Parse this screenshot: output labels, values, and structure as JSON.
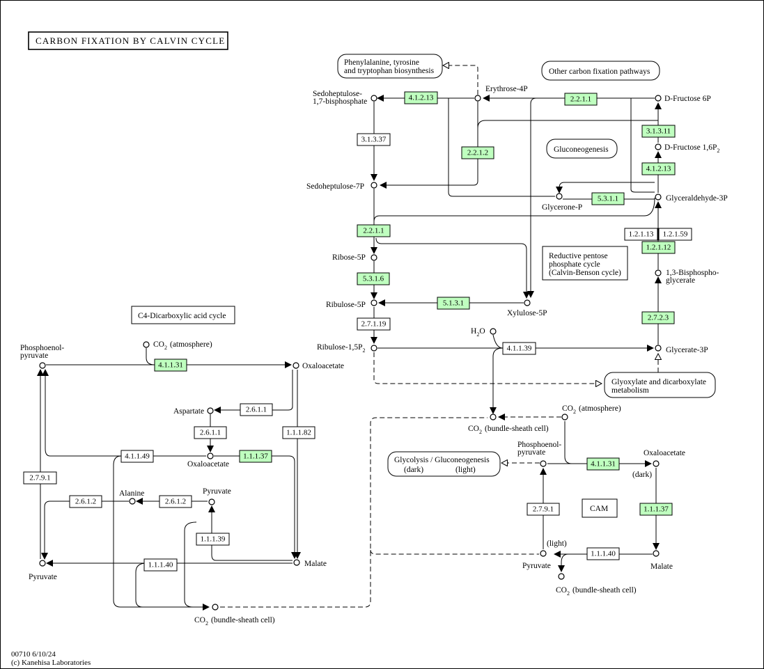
{
  "title": "CARBON  FIXATION  BY  CALVIN  CYCLE",
  "footer": {
    "line1": "00710 6/10/24",
    "line2": "(c) Kanehisa Laboratories"
  },
  "maps": {
    "phe": {
      "l1": "Phenylalanine, tyrosine",
      "l2": "and tryptophan biosynthesis"
    },
    "other": {
      "l1": "Other carbon fixation pathways"
    },
    "glucon": {
      "l1": "Gluconeogenesis"
    },
    "c4": {
      "l1": "C4-Dicarboxylic acid cycle"
    },
    "reductive": {
      "l1": "Reductive pentose",
      "l2": "phosphate cycle",
      "l3": "(Calvin-Benson cycle)"
    },
    "glyox": {
      "l1": "Glyoxylate and dicarboxylate",
      "l2": "metabolism"
    },
    "glyco": {
      "l1": "Glycolysis / Gluconeogenesis",
      "dark": "(dark)",
      "light": "(light)"
    },
    "cam": {
      "l1": "CAM"
    }
  },
  "compounds": {
    "sbp1": "Sedoheptulose-",
    "sbp2": "1,7-bisphosphate",
    "e4p": "Erythrose-4P",
    "f6p": "D-Fructose 6P",
    "fbp": "D-Fructose 1,6P",
    "fbp_sub": "2",
    "s7p": "Sedoheptulose-7P",
    "glycerone": "Glycerone-P",
    "g3p": "Glyceraldehyde-3P",
    "r5p": "Ribose-5P",
    "bpg1": "1,3-Bisphospho-",
    "bpg2": "glycerate",
    "ru5p": "Ribulose-5P",
    "x5p": "Xylulose-5P",
    "rubp": "Ribulose-1,5P",
    "rubp_sub": "2",
    "h2o_h": "H",
    "h2o_sub": "2",
    "h2o_o": "O",
    "g3pa": "Glycerate-3P",
    "co2_c": "CO",
    "co2_sub": "2",
    "atmosphere": "(atmosphere)",
    "bundle": "(bundle-sheath cell)",
    "pep1": "Phosphoenol-",
    "pep2": "pyruvate",
    "oaa": "Oxaloacetate",
    "asp": "Aspartate",
    "ala": "Alanine",
    "pyr": "Pyruvate",
    "mal": "Malate",
    "dark": "(dark)",
    "light": "(light)"
  },
  "enzymes": {
    "e_41213a": "4.1.2.13",
    "e_2211a": "2.2.1.1",
    "e_31337": "3.1.3.37",
    "e_2212": "2.2.1.2",
    "e_31311": "3.1.3.11",
    "e_41213b": "4.1.2.13",
    "e_5311": "5.3.1.1",
    "e_2211b": "2.2.1.1",
    "e_12113": "1.2.1.13",
    "e_12159": "1.2.1.59",
    "e_12112": "1.2.1.12",
    "e_5316": "5.3.1.6",
    "e_5131": "5.1.3.1",
    "e_2723": "2.7.2.3",
    "e_27119": "2.7.1.19",
    "e_41139": "4.1.1.39",
    "e_41131a": "4.1.1.31",
    "e_2611a": "2.6.1.1",
    "e_2611b": "2.6.1.1",
    "e_11182": "1.1.1.82",
    "e_41149": "4.1.1.49",
    "e_11137a": "1.1.1.37",
    "e_2791a": "2.7.9.1",
    "e_2612a": "2.6.1.2",
    "e_2612b": "2.6.1.2",
    "e_11139": "1.1.1.39",
    "e_11140a": "1.1.1.40",
    "e_41131b": "4.1.1.31",
    "e_2791b": "2.7.9.1",
    "e_11137b": "1.1.1.37",
    "e_11140b": "1.1.1.40"
  },
  "colors": {
    "enzyme_found": "#bfffbf",
    "enzyme_other": "#ffffff",
    "line": "#000000"
  }
}
